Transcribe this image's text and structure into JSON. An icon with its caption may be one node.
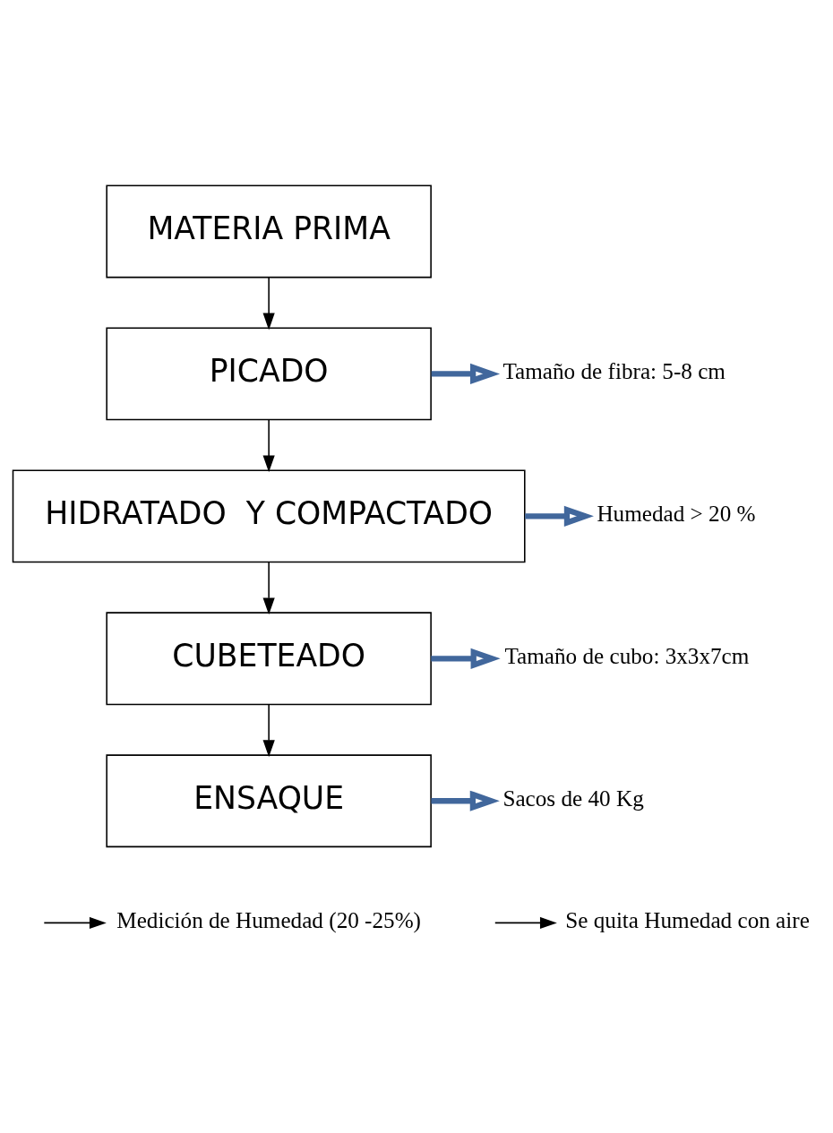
{
  "diagram": {
    "nodes": [
      {
        "text": [
          "MATERIA PRIMA"
        ]
      },
      {
        "text": [
          "PICADO"
        ]
      },
      {
        "text": [
          "HIDRATADO  Y COMPACTADO"
        ]
      },
      {
        "text": [
          "CUBETEADO"
        ]
      },
      {
        "text": [
          "ENSAQUE"
        ]
      },
      {
        "text": [
          "Medición de Humedad (20 -25%)"
        ]
      },
      {
        "text": [
          "Tamaño de fibra: 5-8 cm"
        ]
      },
      {
        "text": [
          "Humedad > 20 %"
        ]
      },
      {
        "text": [
          "Tamaño de cubo: 3x3x7cm"
        ]
      },
      {
        "text": [
          "Se quita Humedad con aire"
        ]
      },
      {
        "text": [
          "Sacos de 40 Kg"
        ]
      }
    ],
    "edges": [
      {
        "from": 0,
        "to": 1,
        "arrow": "to"
      },
      {
        "from": null,
        "to": 5,
        "arrow": "to"
      },
      {
        "from": 1,
        "to": 6,
        "arrow": "to",
        "style": "thick",
        "color": "#41679c"
      },
      {
        "from": 1,
        "to": 2,
        "arrow": "to"
      },
      {
        "from": 2,
        "to": 7,
        "arrow": "to",
        "style": "thick",
        "color": "#41679c"
      },
      {
        "from": 2,
        "to": 3,
        "arrow": "to"
      },
      {
        "from": 3,
        "to": 8,
        "arrow": "to",
        "style": "thick",
        "color": "#41679c"
      },
      {
        "from": 3,
        "to": 4,
        "arrow": "to"
      },
      {
        "from": null,
        "to": 9,
        "arrow": "to"
      },
      {
        "from": 4,
        "to": 10,
        "arrow": "to",
        "style": "thick",
        "color": "#41679c"
      }
    ]
  }
}
